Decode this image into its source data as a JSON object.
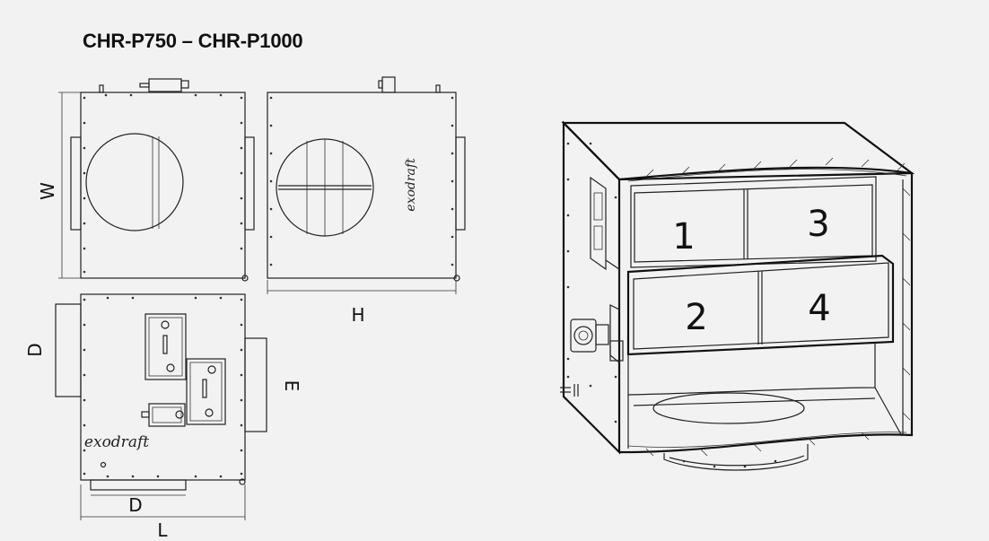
{
  "title": "CHR-P750 – CHR-P1000",
  "dimensions": {
    "w": "W",
    "h": "H",
    "d_left": "D",
    "d_bottom": "D",
    "e": "E",
    "l": "L"
  },
  "sections": [
    "1",
    "2",
    "3",
    "4"
  ],
  "logo_text": "exodraft"
}
